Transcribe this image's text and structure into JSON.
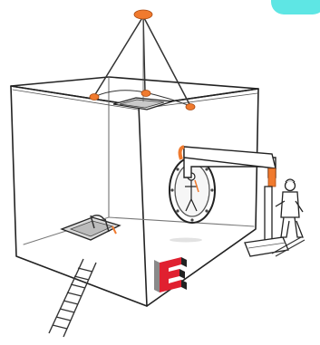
{
  "illustration": {
    "kind": "sketch",
    "subject": "confined-space-access",
    "accent_color": "#f07a2e",
    "corner_tab_color": "#5ee6e4",
    "logo_letters": "3E",
    "logo_colors": {
      "primary": "#e02030",
      "secondary": "#222222"
    }
  }
}
